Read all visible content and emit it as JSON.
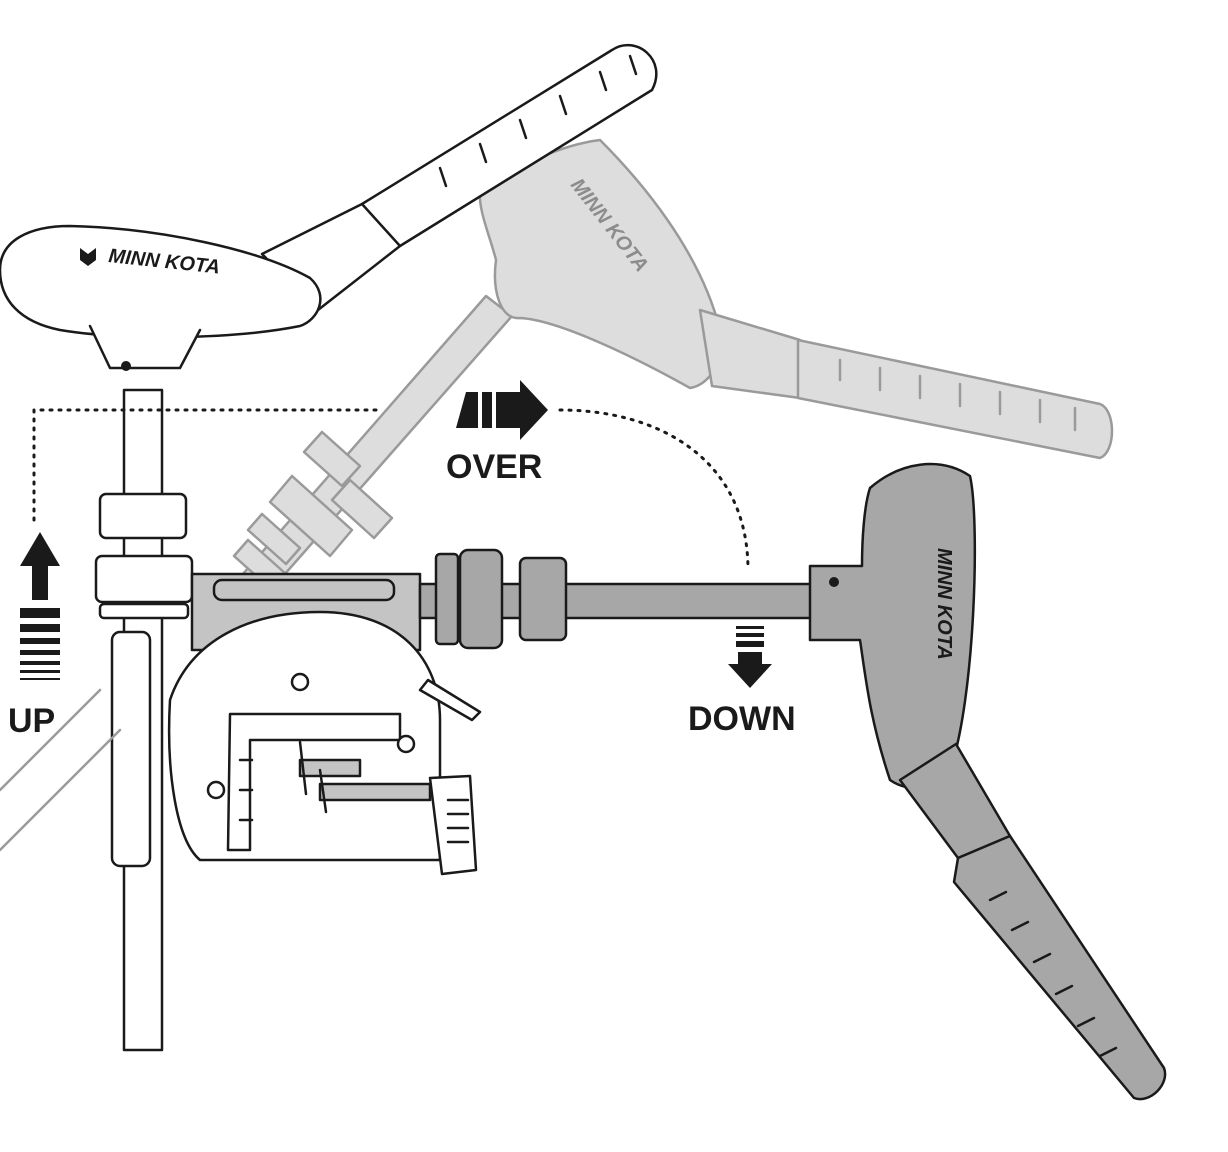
{
  "labels": {
    "up": "UP",
    "over": "OVER",
    "down": "DOWN"
  },
  "brand": {
    "name": "MINN KOTA"
  },
  "colors": {
    "outline": "#1a1a1a",
    "ghost_fill": "#dddddd",
    "ghost_stroke": "#9a9a9a",
    "lowered_fill": "#a7a7a7",
    "bracket_fill": "#c4c4c4",
    "arrow": "#1a1a1a"
  },
  "icons": {
    "up_arrow": "arrow-up-icon",
    "over_arrow": "arrow-right-icon",
    "down_arrow": "arrow-down-icon",
    "logo": "minn-kota-logo-icon"
  }
}
